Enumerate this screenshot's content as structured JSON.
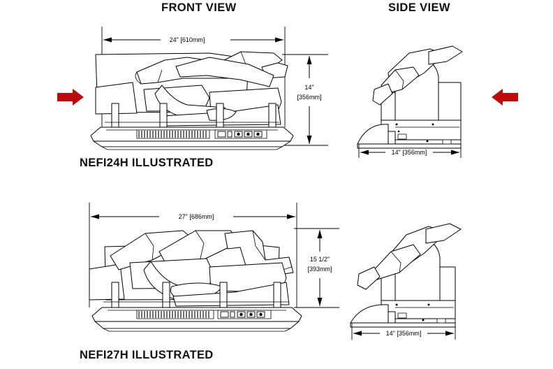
{
  "document": {
    "kind": "dimension-drawing",
    "background_color": "#ffffff",
    "line_color": "#000000",
    "accent_color": "#c10b0b"
  },
  "headings": {
    "front_view": "FRONT VIEW",
    "side_view": "SIDE VIEW"
  },
  "models": [
    {
      "id": "nefi24h",
      "caption": "NEFI24H ILLUSTRATED",
      "front_width": {
        "imperial": "24\"",
        "metric": "[610mm]"
      },
      "front_height": {
        "imperial": "14\"",
        "metric": "[356mm]"
      },
      "side_depth": {
        "imperial": "14\"",
        "metric": "[356mm]"
      }
    },
    {
      "id": "nefi27h",
      "caption": "NEFI27H ILLUSTRATED",
      "front_width": {
        "imperial": "27\"",
        "metric": "[686mm]"
      },
      "front_height": {
        "imperial": "15 1/2\"",
        "metric": "[393mm]"
      },
      "side_depth": {
        "imperial": "14\"",
        "metric": "[356mm]"
      }
    }
  ],
  "annotations": {
    "arrow_left_label": "red-arrow-pointing-right",
    "arrow_right_label": "red-arrow-pointing-left"
  }
}
